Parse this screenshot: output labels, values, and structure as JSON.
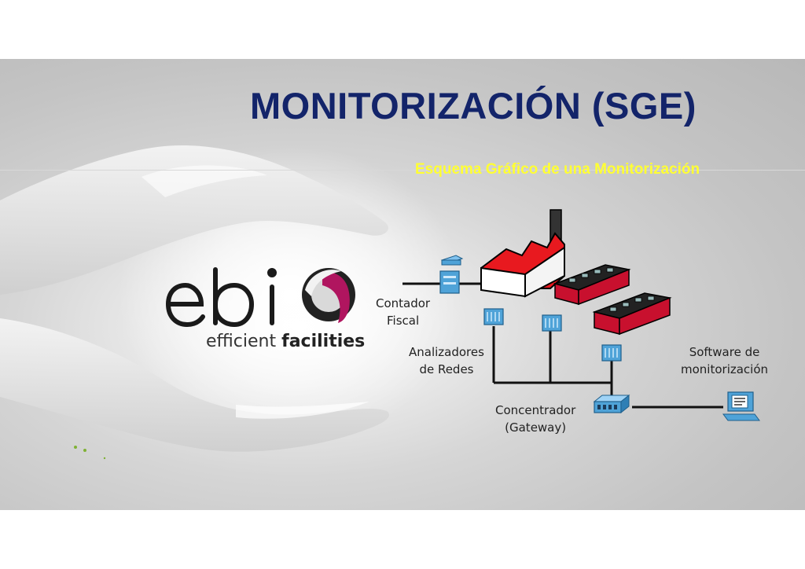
{
  "title": "MONITORIZACIÓN (SGE)",
  "subtitle": "Esquema Gráfico de una Monitorización",
  "logo": {
    "wordmark": "ebi",
    "tagline_light": "efficient",
    "tagline_bold": "facilities"
  },
  "labels": {
    "contador_line1": "Contador",
    "contador_line2": "Fiscal",
    "analizadores_line1": "Analizadores",
    "analizadores_line2": "de Redes",
    "concentrador_line1": "Concentrador",
    "concentrador_line2": "(Gateway)",
    "software_line1": "Software de",
    "software_line2": "monitorización"
  },
  "colors": {
    "title": "#13246a",
    "subtitle": "#ffff33",
    "factory_roof": "#e8191f",
    "device": "#4fa3d8",
    "logo_accent": "#b0155f"
  },
  "icons": [
    "hands-image",
    "ebi-logo-swirl",
    "factory-icon",
    "server-rack-icon",
    "meter-icon",
    "analyzer-icon",
    "gateway-icon",
    "computer-icon"
  ]
}
